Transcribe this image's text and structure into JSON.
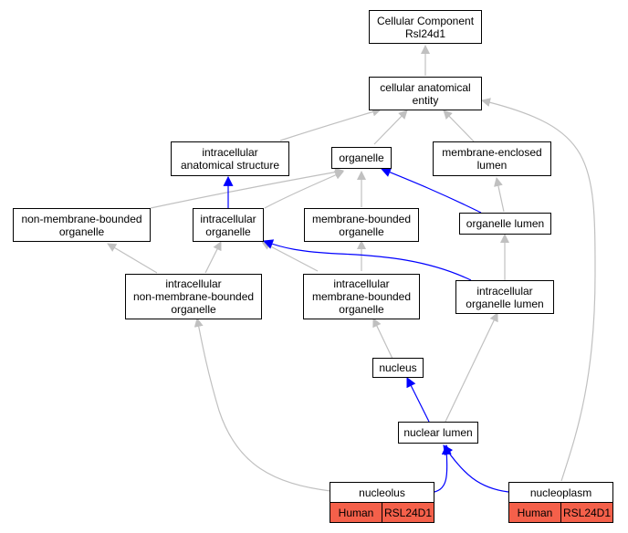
{
  "colors": {
    "is_a_edge": "#c0c0c0",
    "part_of_edge": "#0000ff",
    "node_border": "#000000",
    "annotation_fill": "#f4604a"
  },
  "nodes": {
    "root": "Cellular Component\nRsl24d1",
    "cae": "cellular anatomical\nentity",
    "ias": "intracellular\nanatomical structure",
    "organelle": "organelle",
    "mel": "membrane-enclosed\nlumen",
    "nmbo": "non-membrane-bounded\norganelle",
    "io": "intracellular\norganelle",
    "mbo": "membrane-bounded\norganelle",
    "ol": "organelle lumen",
    "inmbo": "intracellular\nnon-membrane-bounded\norganelle",
    "imbo": "intracellular\nmembrane-bounded\norganelle",
    "iol": "intracellular\norganelle lumen",
    "nucleus": "nucleus",
    "nl": "nuclear lumen"
  },
  "annotated_terms": [
    {
      "term": "nucleolus",
      "species": "Human",
      "gene": "RSL24D1"
    },
    {
      "term": "nucleoplasm",
      "species": "Human",
      "gene": "RSL24D1"
    }
  ]
}
